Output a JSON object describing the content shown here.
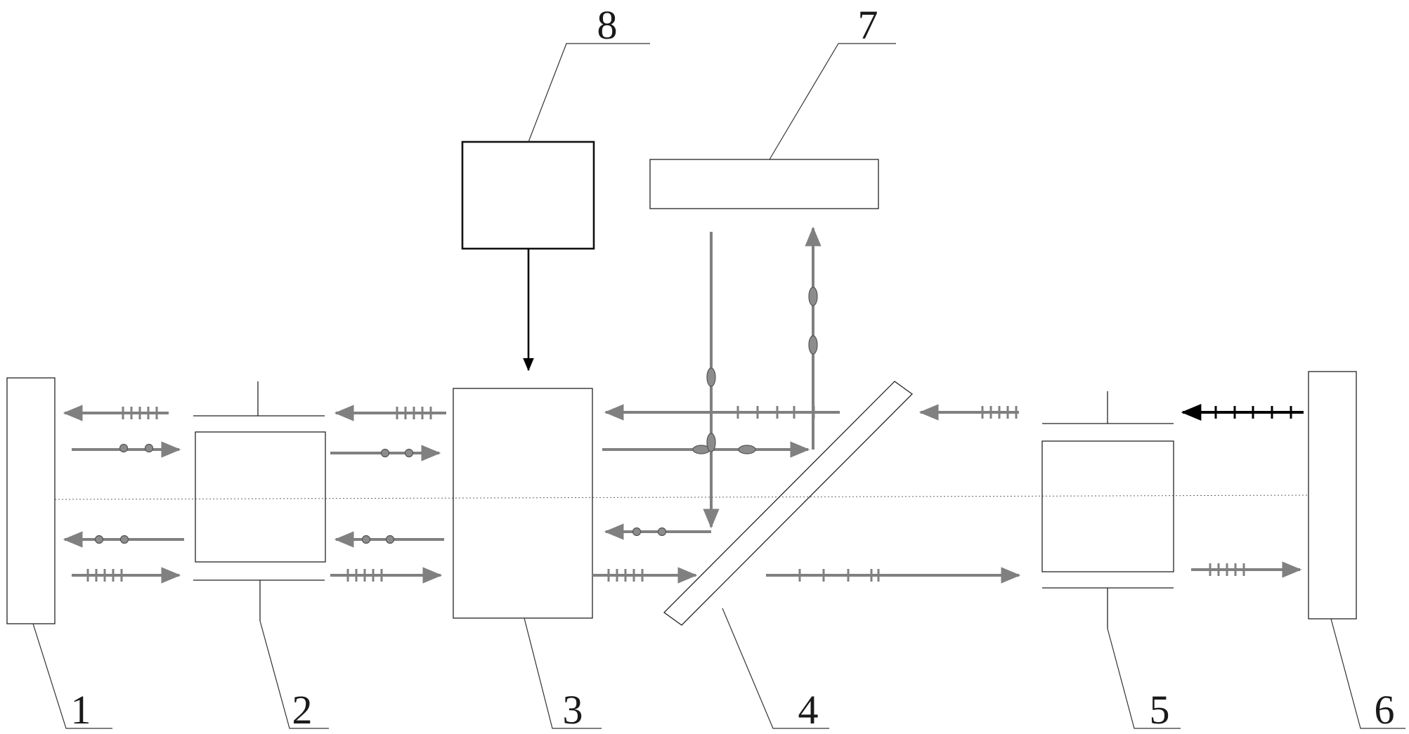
{
  "labels": {
    "c1": "1",
    "c2": "2",
    "c3": "3",
    "c4": "4",
    "c5": "5",
    "c6": "6",
    "c7": "7",
    "c8": "8"
  },
  "colors": {
    "beam": "#808080",
    "line": "#222222",
    "pump_arrow": "#000000"
  }
}
